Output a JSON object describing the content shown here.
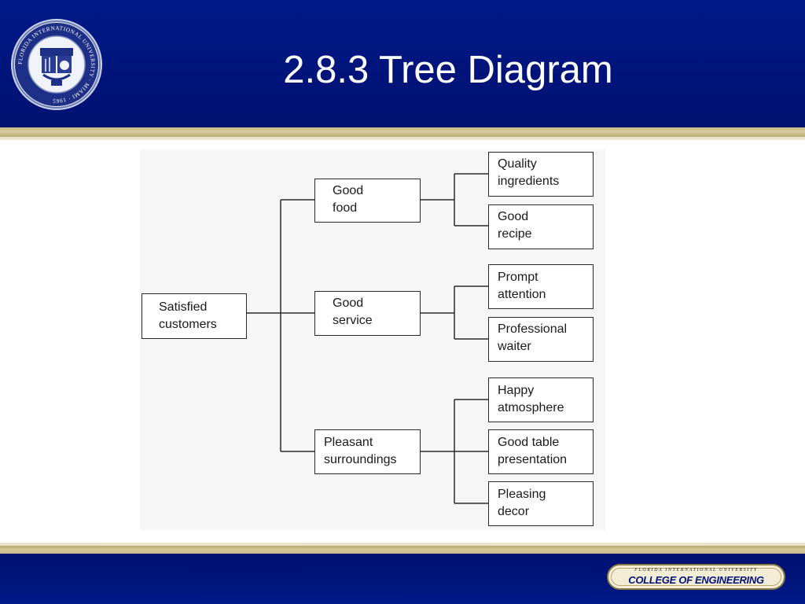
{
  "slide": {
    "title": "2.8.3 Tree Diagram",
    "colors": {
      "header_blue": "#00137a",
      "gold": "#c7b98a"
    }
  },
  "logo": {
    "icon": "university-seal-icon",
    "seal_text": "FLORIDA INTERNATIONAL UNIVERSITY · MIAMI · 1965"
  },
  "diagram": {
    "root": {
      "line1": "Satisfied",
      "line2": "customers"
    },
    "level1": [
      {
        "line1": "Good",
        "line2": "food"
      },
      {
        "line1": "Good",
        "line2": "service"
      },
      {
        "line1": "Pleasant",
        "line2": "surroundings"
      }
    ],
    "level2": [
      {
        "line1": "Quality",
        "line2": "ingredients"
      },
      {
        "line1": "Good",
        "line2": "recipe"
      },
      {
        "line1": "Prompt",
        "line2": "attention"
      },
      {
        "line1": "Professional",
        "line2": "waiter"
      },
      {
        "line1": "Happy",
        "line2": "atmosphere"
      },
      {
        "line1": "Good table",
        "line2": "presentation"
      },
      {
        "line1": "Pleasing",
        "line2": "decor"
      }
    ]
  },
  "footer": {
    "badge_top": "FLORIDA INTERNATIONAL UNIVERSITY",
    "badge_main": "COLLEGE OF ENGINEERING"
  }
}
